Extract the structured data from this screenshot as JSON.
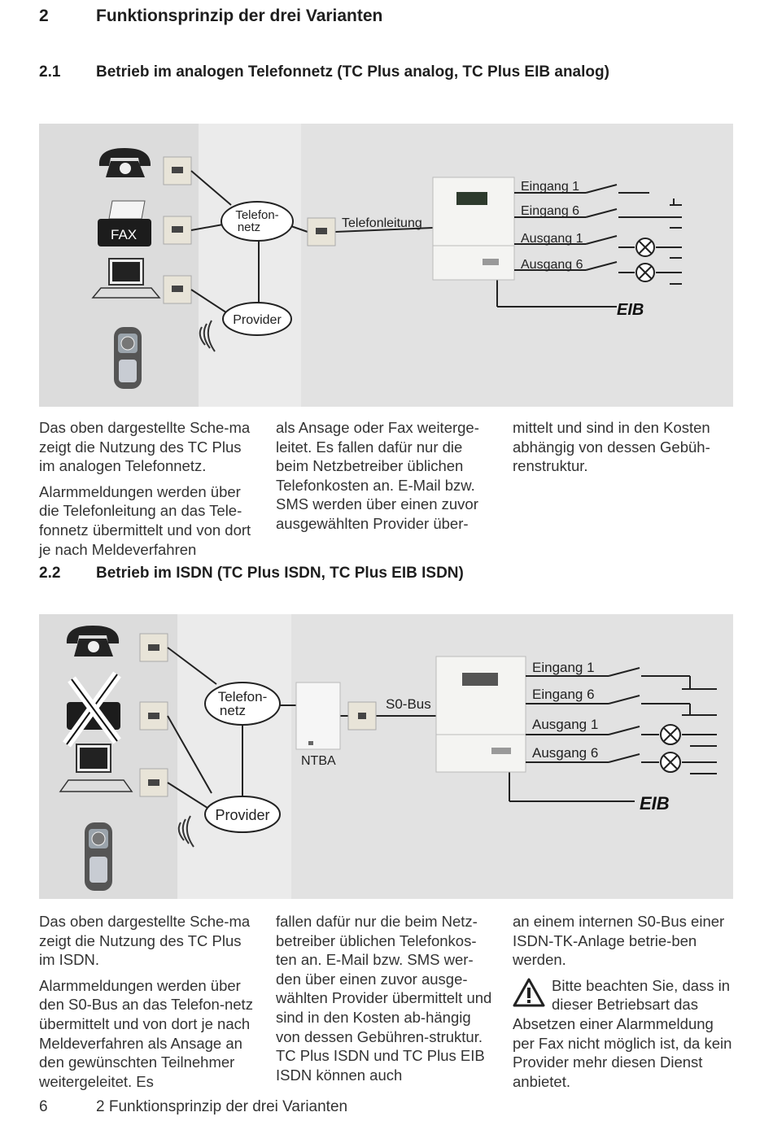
{
  "chapter": {
    "number": "2",
    "title": "Funktionsprinzip der drei Varianten"
  },
  "section1": {
    "number": "2.1",
    "title": "Betrieb im analogen Telefonnetz (TC Plus analog, TC Plus EIB analog)",
    "figure": {
      "fax_label": "FAX",
      "cloud_network": [
        "Telefon-",
        "netz"
      ],
      "cloud_provider": "Provider",
      "line_label": "Telefonleitung",
      "inputs": [
        "Eingang 1",
        "Eingang 6"
      ],
      "outputs": [
        "Ausgang 1",
        "Ausgang 6"
      ],
      "bus_logo": "EIB"
    },
    "col1": [
      "Das oben dargestellte Sche-ma zeigt die Nutzung des TC Plus im analogen Telefonnetz.",
      "Alarmmeldungen werden über die Telefonleitung an das Tele-fonnetz übermittelt und von dort je nach Meldeverfahren"
    ],
    "col2": "als Ansage oder Fax weiterge-leitet. Es fallen dafür nur die beim Netzbetreiber üblichen Telefonkosten an. E-Mail bzw. SMS werden über einen zuvor ausgewählten Provider über-",
    "col3": "mittelt und sind in den Kosten abhängig von dessen Gebüh-renstruktur."
  },
  "section2": {
    "number": "2.2",
    "title": "Betrieb im ISDN (TC Plus ISDN, TC Plus EIB ISDN)",
    "figure": {
      "cloud_network": [
        "Telefon-",
        "netz"
      ],
      "cloud_provider": "Provider",
      "ntba_label": "NTBA",
      "bus_label": "S0-Bus",
      "inputs": [
        "Eingang 1",
        "Eingang 6"
      ],
      "outputs": [
        "Ausgang 1",
        "Ausgang 6"
      ],
      "bus_logo": "EIB"
    },
    "col1": [
      "Das oben dargestellte Sche-ma zeigt die Nutzung des TC Plus im ISDN.",
      "Alarmmeldungen werden über den S0-Bus an das Telefon-netz übermittelt und von dort je nach Meldeverfahren als Ansage an den gewünschten Teilnehmer weitergeleitet. Es"
    ],
    "col2": "fallen dafür nur die beim Netz-betreiber üblichen Telefonkos-ten an. E-Mail bzw. SMS wer-den über einen zuvor ausge-wählten Provider übermittelt und sind in den Kosten ab-hängig von dessen Gebühren-struktur. TC Plus ISDN und TC Plus EIB ISDN können auch",
    "col3_first": "an einem internen S0-Bus einer ISDN-TK-Anlage betrie-ben werden.",
    "warning": "Bitte beachten Sie, dass in dieser Betriebsart das Absetzen einer Alarmmeldung per Fax nicht möglich ist, da kein Provider mehr diesen Dienst anbietet.",
    "warning_icon": "warning-triangle-icon"
  },
  "footer": {
    "page": "6",
    "text": "2 Funktionsprinzip der drei Varianten"
  }
}
